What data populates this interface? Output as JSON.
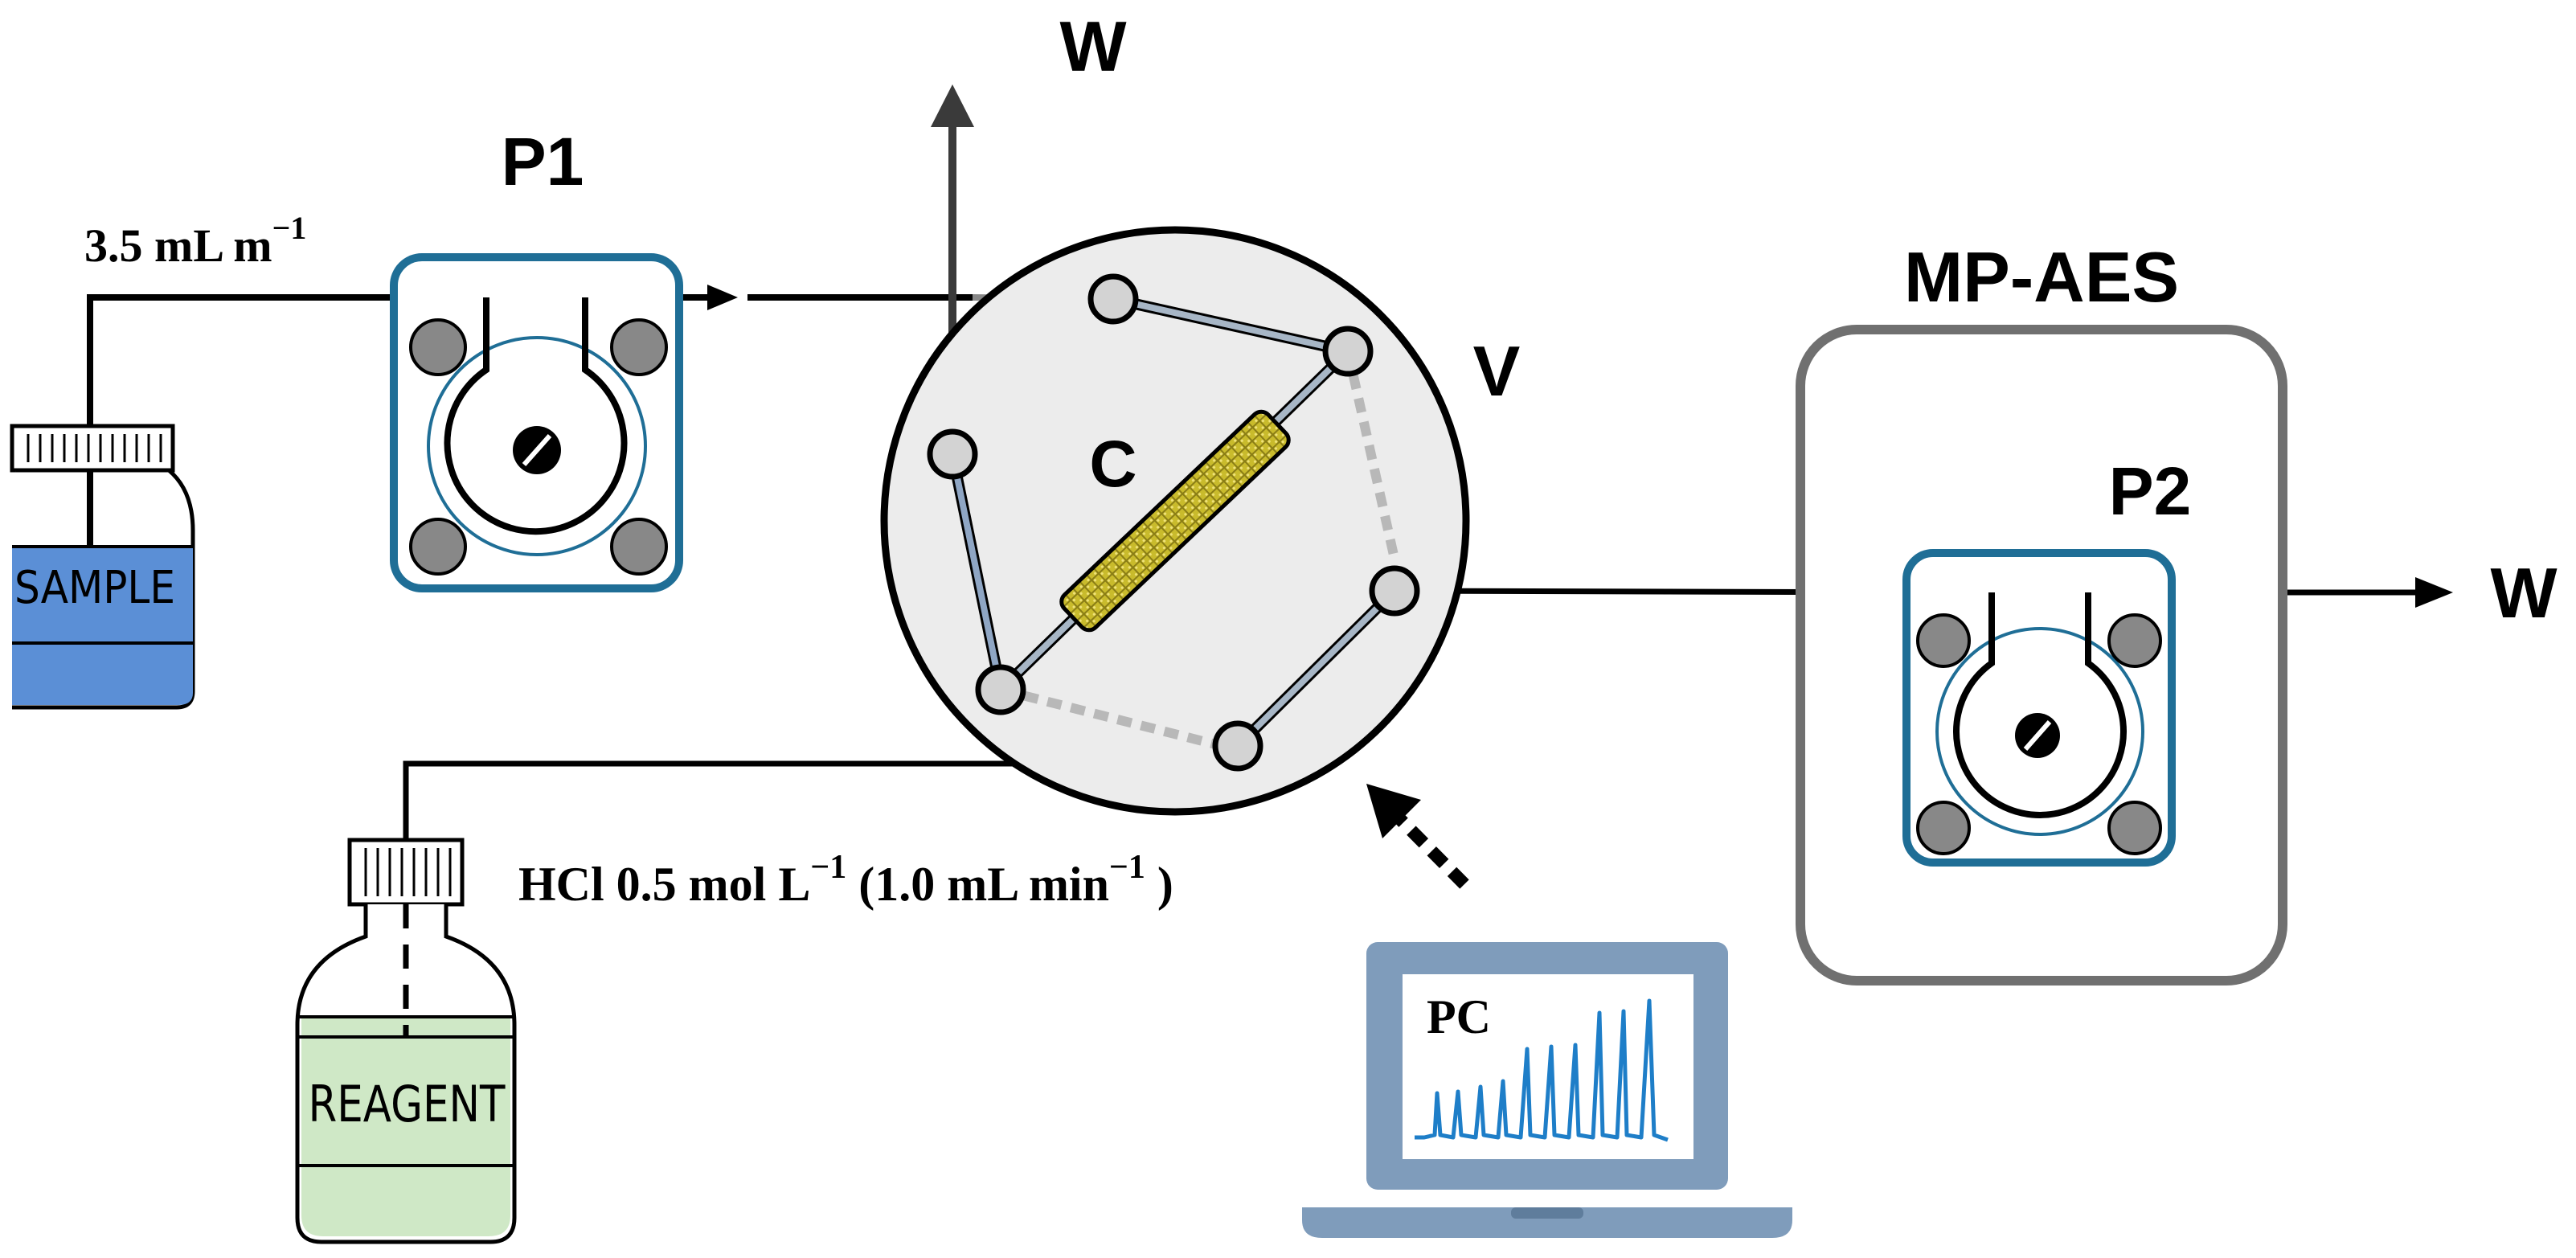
{
  "labels": {
    "pump1": "P1",
    "pump2": "P2",
    "valve": "V",
    "column": "C",
    "waste_top": "W",
    "waste_right": "W",
    "instrument": "MP-AES",
    "computer": "PC",
    "sample_bottle": "SAMPLE",
    "reagent_bottle": "REAGENT"
  },
  "flows": {
    "sample_value": "3.5 mL m",
    "sample_exp": "−1",
    "reagent_prefix": "HCl 0.5 mol L",
    "reagent_exp1": "−1",
    "reagent_mid": " (1.0 mL min",
    "reagent_exp2": "−1",
    "reagent_suffix": " )"
  },
  "colors": {
    "pump_border": "#1f6e96",
    "sample_liquid": "#5b8fd6",
    "reagent_liquid": "#cfe8c6",
    "valve_fill": "#ececec",
    "column_fill": "#c9bb2c",
    "instrument_border": "#707070",
    "laptop": "#7f9cbb",
    "signal": "#1e7ec8"
  }
}
